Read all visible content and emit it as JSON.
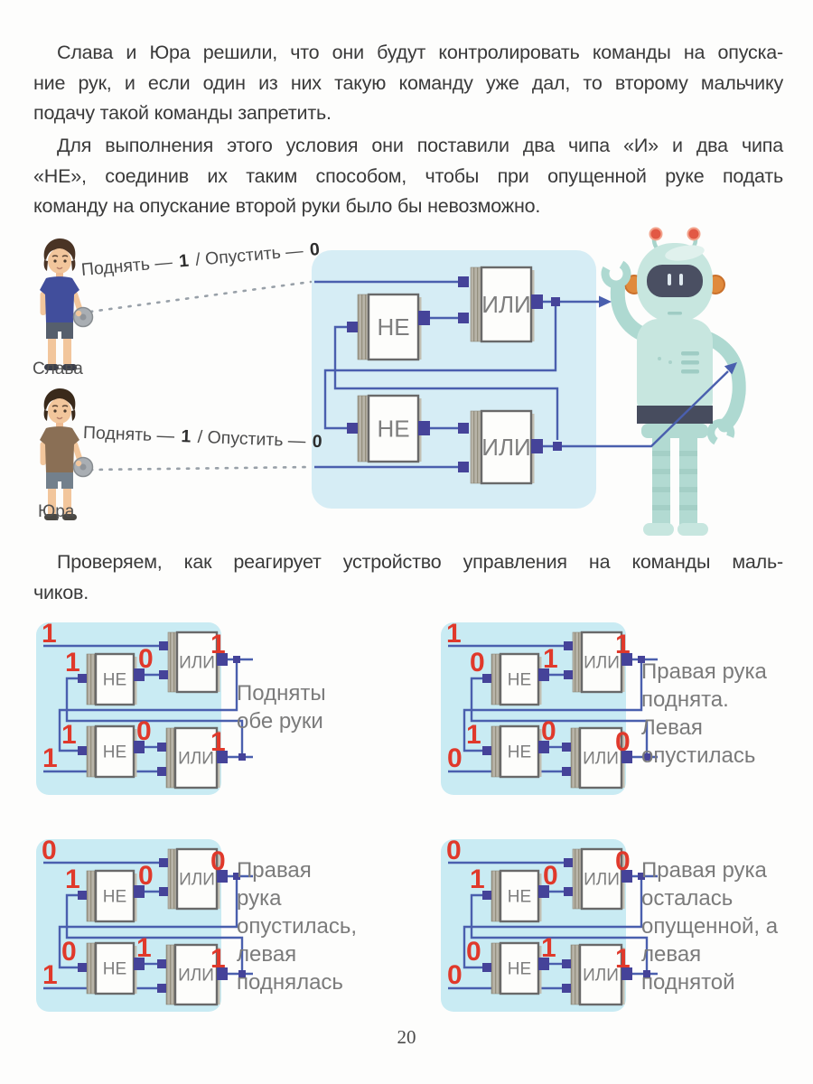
{
  "page": {
    "paragraphs": [
      {
        "lines": [
          "Слава и Юра решили, что они будут контролировать команды на опуска-",
          "ние рук, и если один из них такую команду уже дал, то второму мальчику",
          "подачу такой команды запретить."
        ]
      },
      {
        "lines": [
          "Для выполнения этого условия они поставили два чипа «И» и два чипа",
          "«НЕ», соединив их таким способом, чтобы при опущенной руке подать",
          "команду на опускание второй руки было бы невозможно."
        ]
      }
    ],
    "check": {
      "lines": [
        "Проверяем, как реагирует устройство управления на команды маль-",
        "чиков."
      ]
    },
    "page_number": "20"
  },
  "figure": {
    "boys": [
      {
        "name": "Слава"
      },
      {
        "name": "Юра"
      }
    ],
    "command_label_parts": [
      "Поднять — ",
      "1",
      " / Опустить — ",
      "0"
    ],
    "gate_labels": {
      "not": "НЕ",
      "or": "ИЛИ"
    }
  },
  "examples": [
    {
      "caption": "Подняты обе руки",
      "values": {
        "top_in": "1",
        "not1_in": "1",
        "not1_out": "0",
        "or1_out": "1",
        "not2_in": "1",
        "not2_out": "0",
        "bottom_in": "1",
        "or2_out": "1"
      }
    },
    {
      "caption": "Правая рука поднята. Левая опустилась",
      "values": {
        "top_in": "1",
        "not1_in": "0",
        "not1_out": "1",
        "or1_out": "1",
        "not2_in": "1",
        "not2_out": "0",
        "bottom_in": "0",
        "or2_out": "0"
      }
    },
    {
      "caption": "Правая рука опустилась, левая поднялась",
      "values": {
        "top_in": "0",
        "not1_in": "1",
        "not1_out": "0",
        "or1_out": "0",
        "not2_in": "0",
        "not2_out": "1",
        "bottom_in": "1",
        "or2_out": "1"
      }
    },
    {
      "caption": "Правая рука осталась опущенной, а левая поднятой",
      "values": {
        "top_in": "0",
        "not1_in": "1",
        "not1_out": "0",
        "or1_out": "0",
        "not2_in": "0",
        "not2_out": "1",
        "bottom_in": "0",
        "or2_out": "1"
      }
    }
  ],
  "colors": {
    "panel_main": "#d6edf5",
    "panel_mini": "#c9ebf3",
    "wire": "#4a5fae",
    "connector": "#454399",
    "red_digit": "#e0392b",
    "chip_border": "#696969",
    "chip_fill": "#fdfdfb",
    "strip": "#b8b4a8",
    "gate_text": "#7e7e7e"
  }
}
